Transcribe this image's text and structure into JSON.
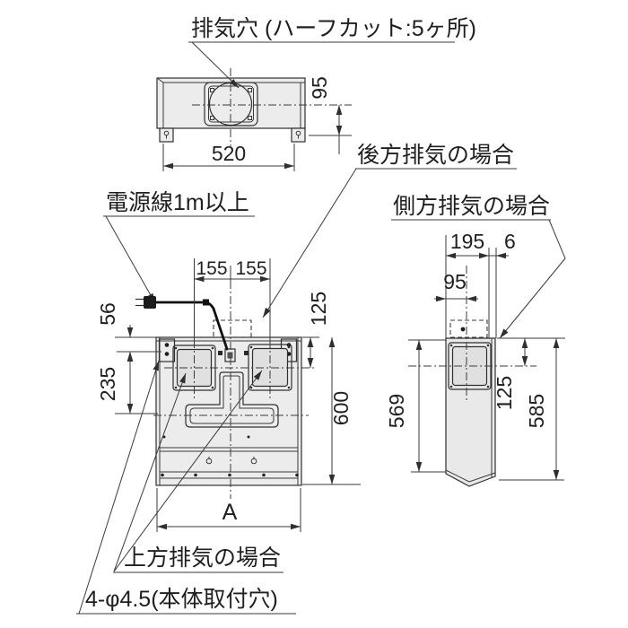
{
  "drawing": {
    "labels": {
      "exhaust_hole": "排気穴 (ハーフカット:5ヶ所)",
      "power_cord": "電源線1m以上",
      "rear_exhaust": "後方排気の場合",
      "side_exhaust": "側方排気の場合",
      "top_exhaust": "上方排気の場合",
      "mounting_holes": "4-φ4.5(本体取付穴)"
    },
    "dims": {
      "top_width": "520",
      "top_duct": "95",
      "front_pitch_left": "155",
      "front_pitch_right": "155",
      "front_top": "56",
      "front_left": "235",
      "front_duct": "125",
      "front_height": "600",
      "front_width": "A",
      "side_depth": "195",
      "side_gap": "6",
      "side_duct": "95",
      "side_duct_v": "125",
      "side_front_height": "569",
      "side_rear_height": "585"
    },
    "colors": {
      "line": "#2f2f2f",
      "panel_fill": "#ececec",
      "background": "#ffffff"
    }
  }
}
